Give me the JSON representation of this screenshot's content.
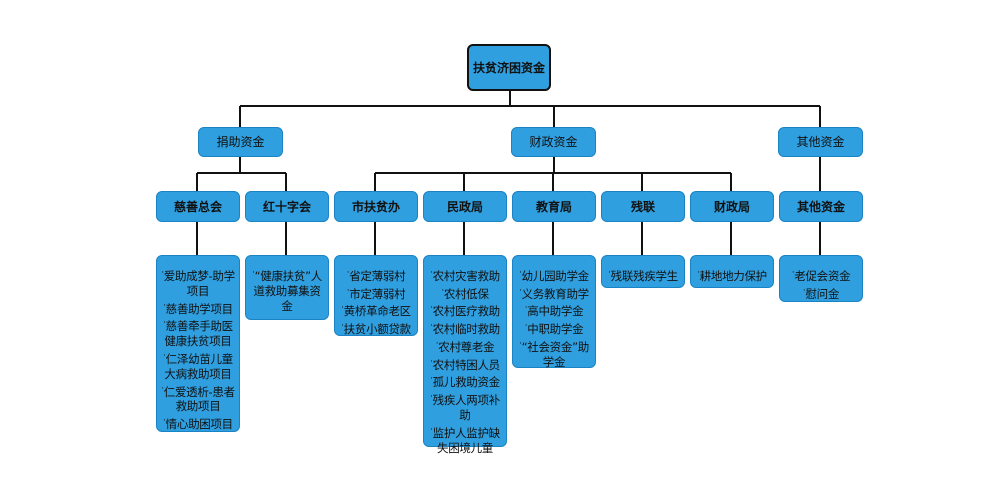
{
  "root": {
    "label": "扶贫济困资金"
  },
  "categories": [
    {
      "label": "捐助资金"
    },
    {
      "label": "财政资金"
    },
    {
      "label": "其他资金"
    }
  ],
  "units": [
    {
      "label": "慈善总会",
      "items": [
        "爱助成梦-助学项目",
        "慈善助学项目",
        "慈善牵手助医健康扶贫项目",
        "仁泽幼苗儿童大病救助项目",
        "仁爱透析-患者救助项目",
        "情心助困项目"
      ]
    },
    {
      "label": "红十字会",
      "items": [
        "“健康扶贫”人道救助募集资金"
      ]
    },
    {
      "label": "市扶贫办",
      "items": [
        "省定薄弱村",
        "市定薄弱村",
        "黄桥革命老区",
        "扶贫小额贷款"
      ]
    },
    {
      "label": "民政局",
      "items": [
        "农村灾害救助",
        "农村低保",
        "农村医疗救助",
        "农村临时救助",
        "农村尊老金",
        "农村特困人员",
        "孤儿救助资金",
        "残疾人两项补助",
        "监护人监护缺失困境儿童"
      ]
    },
    {
      "label": "教育局",
      "items": [
        "幼儿园助学金",
        "义务教育助学",
        "高中助学金",
        "中职助学金",
        "“社会资金”助学金"
      ]
    },
    {
      "label": "残联",
      "items": [
        "残联残疾学生"
      ]
    },
    {
      "label": "财政局",
      "items": [
        "耕地地力保护"
      ]
    },
    {
      "label": "其他资金",
      "items": [
        "老促会资金",
        "慰问金"
      ]
    }
  ]
}
